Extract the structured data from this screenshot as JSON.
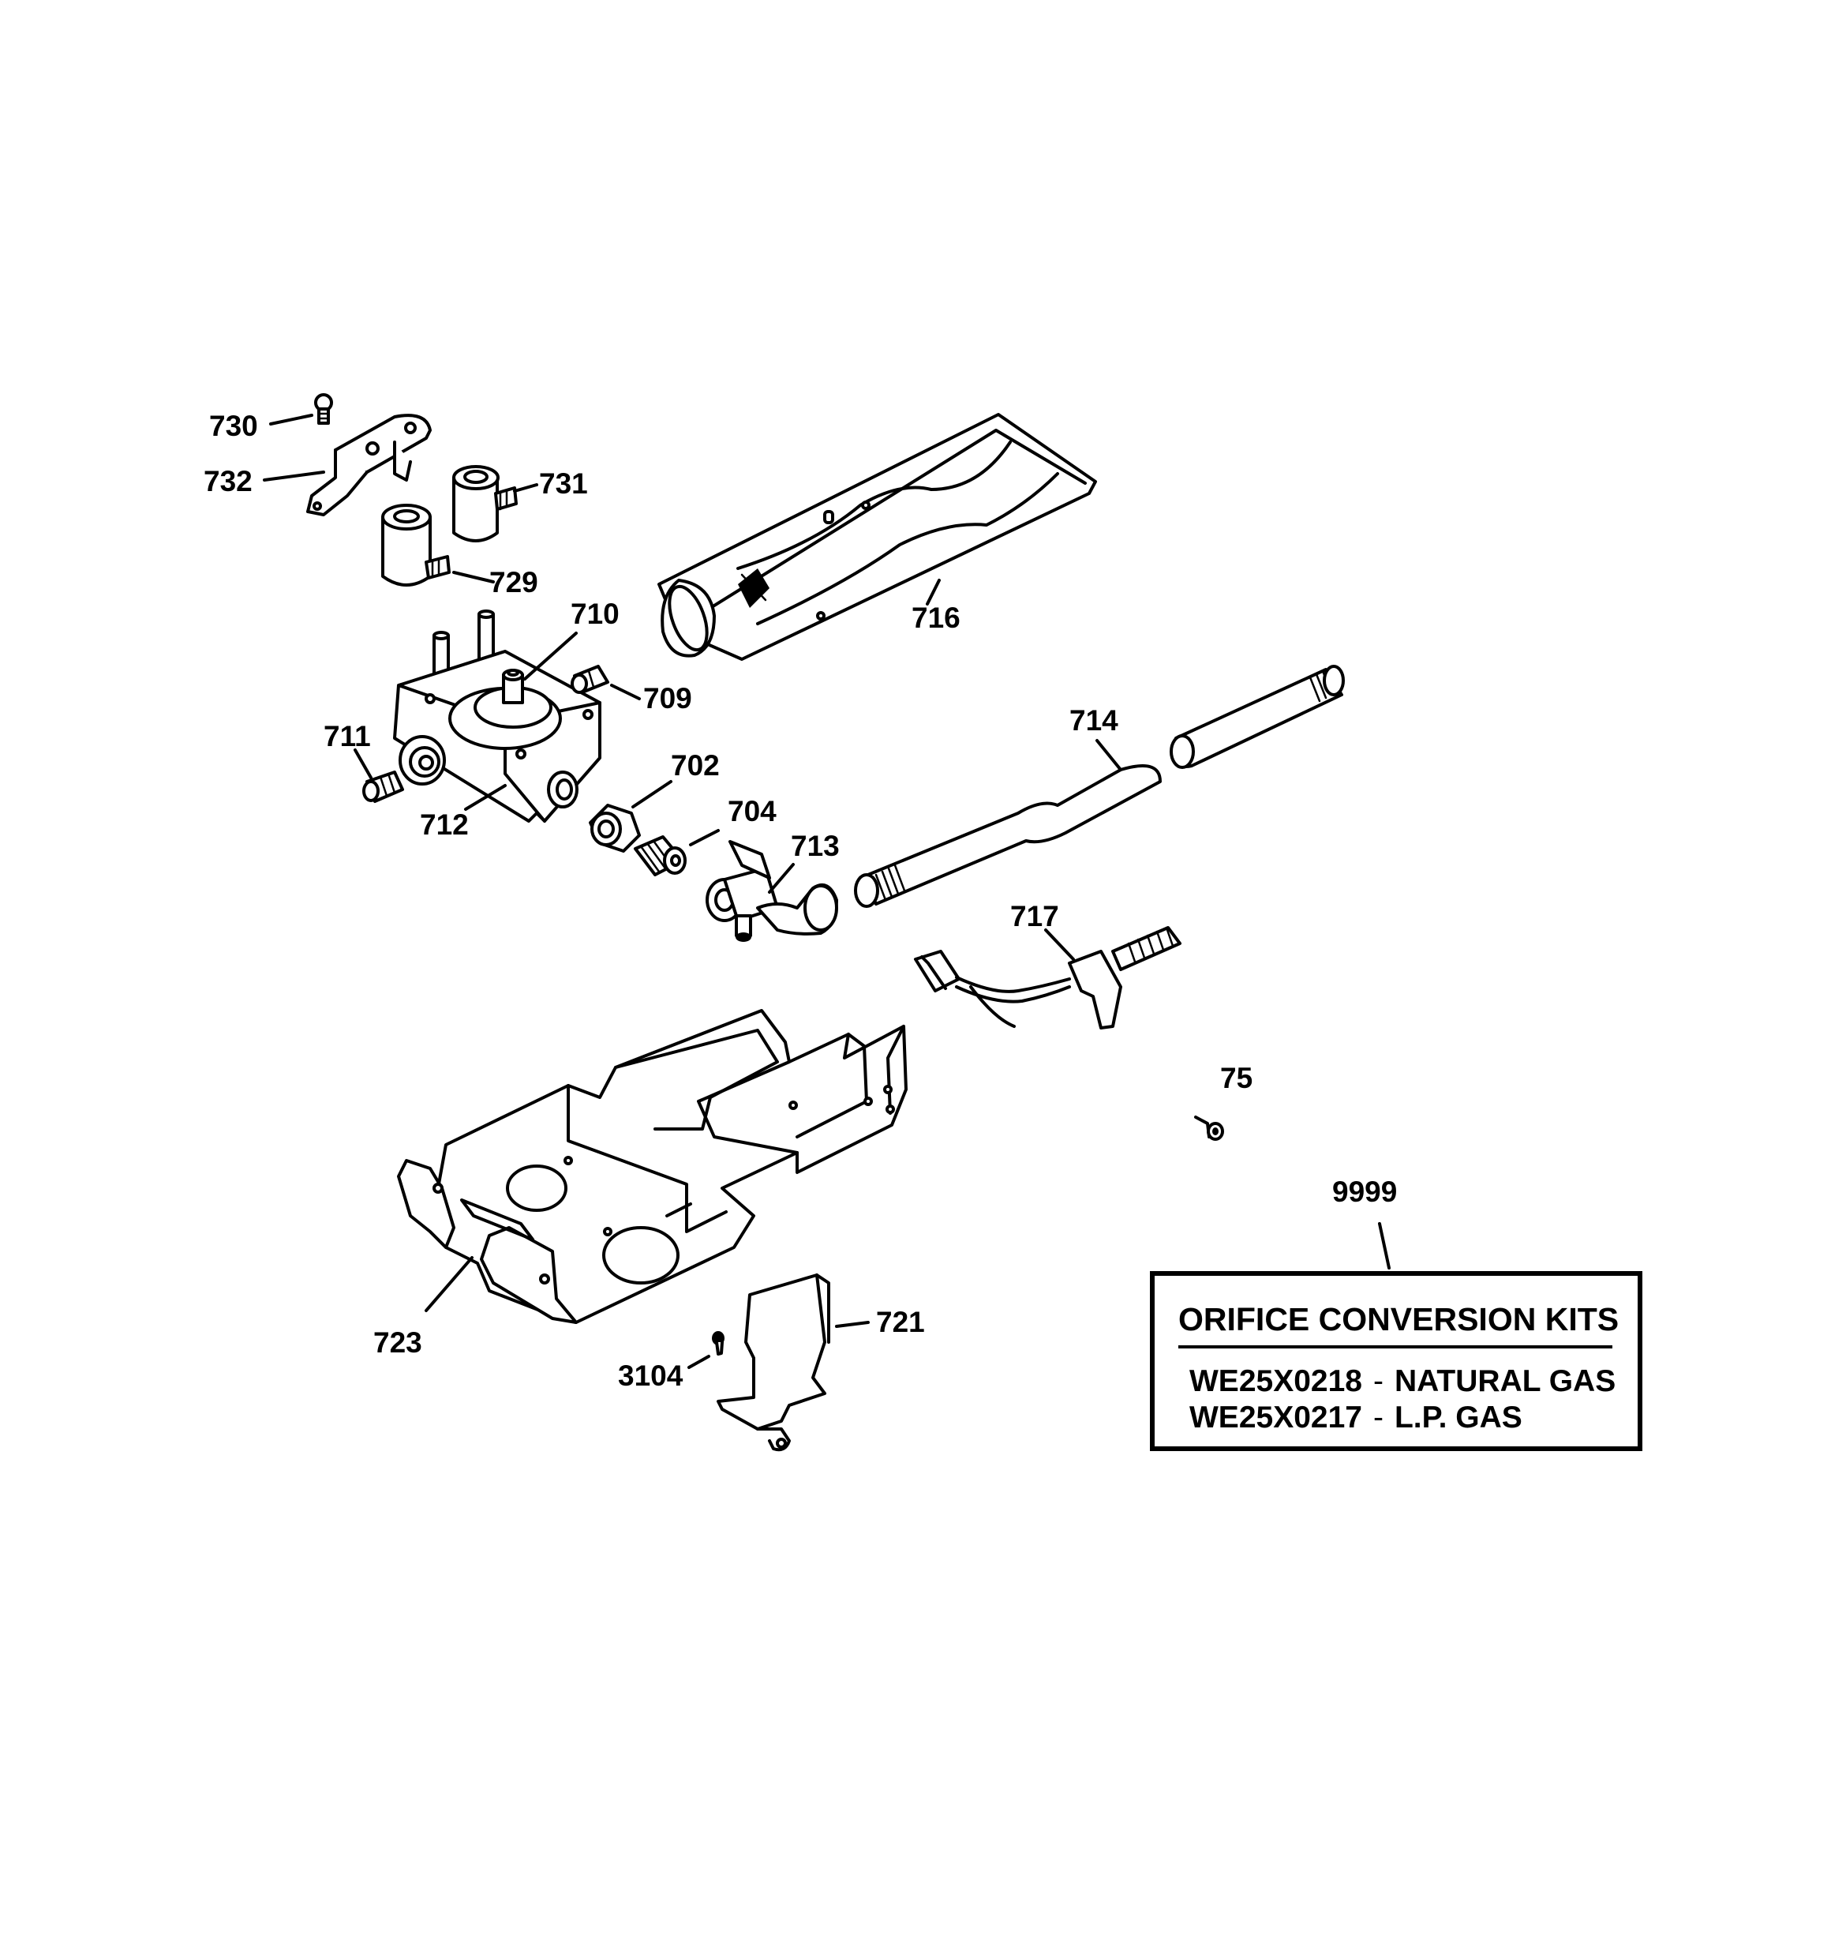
{
  "callouts": {
    "c730": "730",
    "c732": "732",
    "c731": "731",
    "c729": "729",
    "c710": "710",
    "c716": "716",
    "c709": "709",
    "c711": "711",
    "c702": "702",
    "c712": "712",
    "c704": "704",
    "c713": "713",
    "c714": "714",
    "c717": "717",
    "c75": "75",
    "c9999": "9999",
    "c723": "723",
    "c721": "721",
    "c3104": "3104"
  },
  "kit_box": {
    "title": "ORIFICE CONVERSION KITS",
    "kits": [
      {
        "part": "WE25X0218",
        "separator": "-",
        "gas": "NATURAL GAS"
      },
      {
        "part": "WE25X0217",
        "separator": "-",
        "gas": "L.P. GAS"
      }
    ]
  }
}
